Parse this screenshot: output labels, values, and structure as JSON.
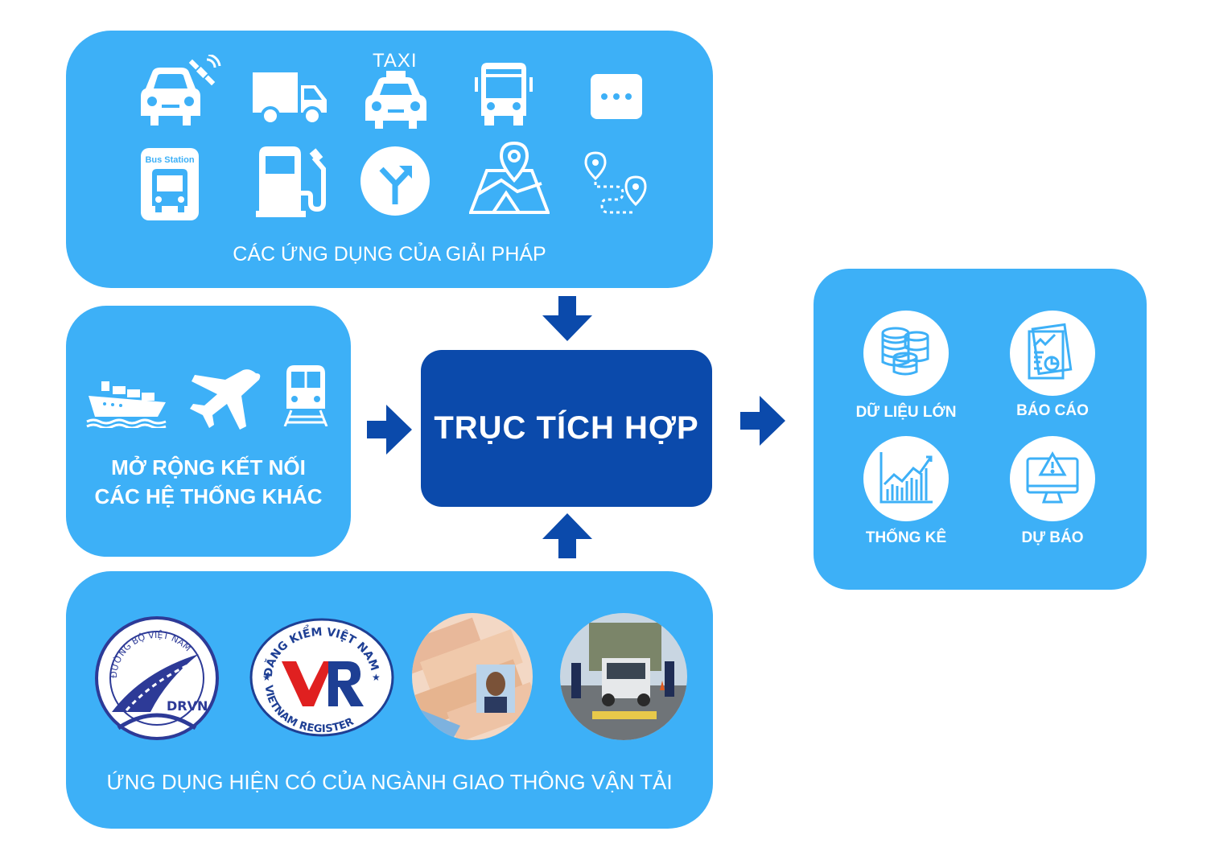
{
  "top": {
    "caption": "CÁC ỨNG DỤNG CỦA GIẢI PHÁP",
    "taxi_label": "TAXI",
    "bus_station_label": "Bus Station",
    "icons": [
      "car-gps-icon",
      "truck-icon",
      "taxi-icon",
      "bus-icon",
      "more-icon",
      "bus-station-icon",
      "fuel-pump-icon",
      "route-fork-icon",
      "map-pin-icon",
      "route-path-icon"
    ]
  },
  "left": {
    "caption_line1": "MỞ RỘNG KẾT NỐI",
    "caption_line2": "CÁC HỆ THỐNG KHÁC",
    "icons": [
      "ship-icon",
      "airplane-icon",
      "train-icon"
    ]
  },
  "center": {
    "title": "TRỤC TÍCH HỢP"
  },
  "bottom": {
    "caption": "ỨNG DỤNG HIỆN CÓ CỦA NGÀNH GIAO THÔNG VẬN TẢI",
    "logos": {
      "drvn_ring_text": "ĐƯỜNG BỘ VIỆT NAM",
      "drvn_text": "DRVN",
      "vr_top_text": "ĐĂNG KIỂM VIỆT NAM",
      "vr_bottom_text": "VIETNAM REGISTER"
    }
  },
  "right": {
    "outputs": [
      {
        "label": "DỮ LIỆU LỚN",
        "icon": "database-icon"
      },
      {
        "label": "BÁO CÁO",
        "icon": "report-icon"
      },
      {
        "label": "THỐNG KÊ",
        "icon": "statistics-chart-icon"
      },
      {
        "label": "DỰ BÁO",
        "icon": "forecast-monitor-icon"
      }
    ]
  },
  "colors": {
    "panel": "#3db0f7",
    "center": "#0b4aab",
    "arrow": "#0b4aab",
    "text": "#ffffff"
  }
}
